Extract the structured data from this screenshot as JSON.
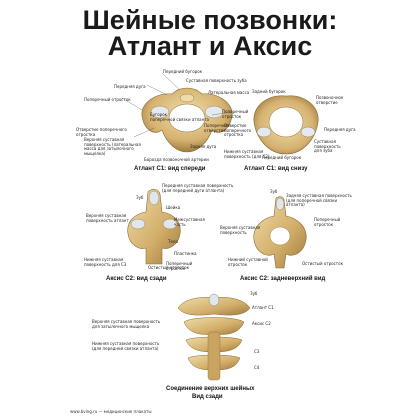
{
  "title_line1": "Шейные позвонки:",
  "title_line2": "Атлант и Аксис",
  "atlas_front": {
    "caption": "Атлант С1: вид спереди",
    "labels": {
      "anterior_tubercle": "Передний бугорок",
      "dens_facet": "Суставная поверхность зуба",
      "anterior_arch": "Передняя дуга",
      "lateral_mass": "Латеральная масса",
      "transverse_process": "Поперечный отросток",
      "tubercle_ligament": "Бугорок\nпоперечной связки атланта",
      "transverse_foramen": "Поперечное\nотверстие",
      "superior_facet": "Отверстие поперечного\nотростка",
      "superior_articular": "Верхняя суставная\nповерхность (латеральная\nмасса для затылочного\nмыщелка)",
      "posterior_arch": "Задняя дуга",
      "groove_artery": "Борозда позвоночной артерии"
    }
  },
  "atlas_below": {
    "caption": "Атлант С1: вид снизу",
    "labels": {
      "posterior_tubercle": "Задний бугорок",
      "vertebral_foramen": "Позвоночное\nотверстие",
      "transverse_process": "Поперечный\nотросток",
      "transverse_foramen": "Отверстие\nпоперечного\nотростка",
      "anterior_arch": "Передняя дуга",
      "inferior_facet": "Нижняя суставная\nповерхность (для С2)",
      "anterior_tubercle": "Передний бугорок",
      "dens_facet": "Суставная\nповерхность\nдля зуба"
    }
  },
  "axis_posterior": {
    "caption": "Аксис С2: вид сзади",
    "labels": {
      "dens": "Зуб",
      "neck": "Шейка",
      "anterior_facet": "Передняя суставная поверхность\n(для передней дуги атланта)",
      "superior_facet": "Верхняя суставная\nповерхность атлант",
      "interarticular": "Межсуставная\nчасть",
      "body": "Тело",
      "lamina": "Пластинка",
      "inferior_facet": "Нижняя суставная\nповерхность для С3",
      "transverse_process": "Поперечный\nотросток",
      "spinous_process": "Остистый отросток"
    }
  },
  "axis_posterosuperior": {
    "caption": "Аксис С2: задневерхний вид",
    "labels": {
      "dens": "Зуб",
      "posterior_facet": "Задняя суставная поверхность\n(для поперечной связки\nатланта)",
      "transverse_process": "Поперечный\nотросток",
      "superior_facet": "Верхняя суставная\nповерхность",
      "inferior_facet": "Нижний суставной\nотросток",
      "spinous_process": "Остистый отросток"
    }
  },
  "cervical_posterior": {
    "caption_line1": "Соединение верхних шейных",
    "caption_line2": "Вид сзади",
    "labels": {
      "dens": "Зуб",
      "atlas": "Атлант С1",
      "occipital_facet": "Верхняя суставная поверхность\nдля затылочного мыщелка",
      "axis": "Аксис С2",
      "inferior_facet": "Нижняя суставная поверхность\n(для передней связки атланта)",
      "c3": "С3",
      "c4": "С4"
    }
  },
  "footer": "www.bving.ru — медицинские плакаты",
  "colors": {
    "bone": "#d9b97a",
    "bone_dark": "#a9874a",
    "bone_light": "#efdcaa",
    "cartilage": "#dfe7ec",
    "title": "#1a1a1a"
  }
}
